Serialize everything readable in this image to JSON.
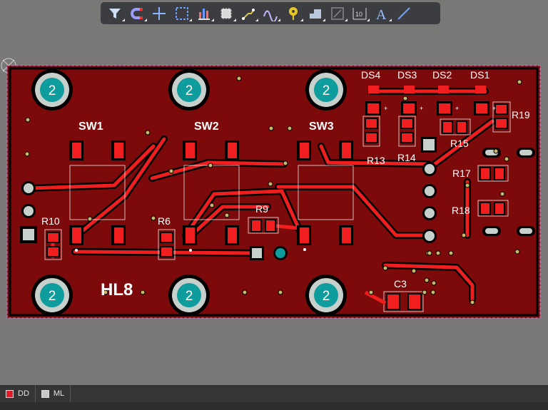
{
  "toolbar": {
    "tools": [
      {
        "icon": "filter-icon",
        "name": "Filter"
      },
      {
        "icon": "magnet-icon",
        "name": "Snap"
      },
      {
        "icon": "crosshair-icon",
        "name": "Move"
      },
      {
        "icon": "select-rect-icon",
        "name": "Select"
      },
      {
        "icon": "align-icon",
        "name": "Align"
      },
      {
        "icon": "component-icon",
        "name": "Place Component"
      },
      {
        "icon": "route-icon",
        "name": "Route"
      },
      {
        "icon": "diff-pair-icon",
        "name": "Interactive Diff Pair"
      },
      {
        "icon": "via-icon",
        "name": "Place Via"
      },
      {
        "icon": "polygon-icon",
        "name": "Polygon Pour"
      },
      {
        "icon": "keepout-icon",
        "name": "Keepout"
      },
      {
        "icon": "dimension-icon",
        "name": "Dimension"
      },
      {
        "icon": "string-icon",
        "name": "Place String"
      },
      {
        "icon": "line-icon",
        "name": "Place Line"
      }
    ]
  },
  "pcb": {
    "designators": {
      "sw1": "SW1",
      "sw2": "SW2",
      "sw3": "SW3",
      "ds4": "DS4",
      "ds3": "DS3",
      "ds2": "DS2",
      "ds1": "DS1",
      "r13": "R13",
      "r14": "R14",
      "r15": "R15",
      "r19": "R19",
      "r17": "R17",
      "r18": "R18",
      "r10": "R10",
      "r6": "R6",
      "r9": "R9",
      "c3": "C3",
      "title": "HL8"
    },
    "hole_number": "2",
    "plus": "+"
  },
  "status": {
    "layers": [
      {
        "label": "DD",
        "color": "#e01c2c"
      },
      {
        "label": "ML",
        "color": "#c8c8c8"
      }
    ]
  },
  "colors": {
    "board": "#7d0a0a",
    "copper": "#f01e1e",
    "hole": "#0f9c9c",
    "hole_ring": "#c8d0cc",
    "via": "#c8b86a",
    "outline": "#d070d0"
  }
}
